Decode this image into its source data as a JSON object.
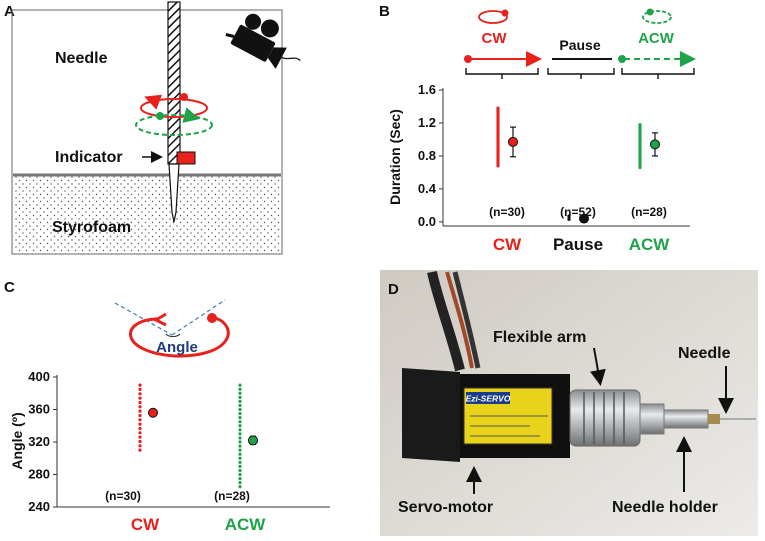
{
  "panels": {
    "A": {
      "label": "A",
      "needle_label": "Needle",
      "indicator_label": "Indicator",
      "styrofoam_label": "Styrofoam",
      "colors": {
        "cw": "#e8211c",
        "acw": "#1ea34a",
        "indicator": "#e8211c"
      },
      "camera_icon": "movie-camera-icon"
    },
    "B": {
      "label": "B",
      "legend": {
        "cw": "CW",
        "pause": "Pause",
        "acw": "ACW"
      },
      "n_labels": [
        "(n=30)",
        "(n=52)",
        "(n=28)"
      ]
    },
    "C": {
      "label": "C",
      "angle_word": "Angle",
      "n_labels": [
        "(n=30)",
        "(n=28)"
      ]
    },
    "D": {
      "label": "D",
      "labels": {
        "flexible_arm": "Flexible arm",
        "needle": "Needle",
        "servo_motor": "Servo-motor",
        "needle_holder": "Needle holder"
      },
      "motor_brand": "Ezi-SERVO"
    }
  },
  "chart_data": [
    {
      "type": "scatter",
      "panel": "B",
      "ylabel": "Duration (Sec)",
      "ylim": [
        -0.05,
        1.6
      ],
      "yticks": [
        "0.0",
        "0.4",
        "0.8",
        "1.2",
        "1.6"
      ],
      "categories": [
        "CW",
        "Pause",
        "ACW"
      ],
      "category_colors": [
        "#e8211c",
        "#111111",
        "#1ea34a"
      ],
      "series": [
        {
          "name": "CW",
          "min": 0.68,
          "max": 1.38,
          "mean": 0.97,
          "error": 0.18
        },
        {
          "name": "Pause",
          "min": 0.03,
          "max": 0.07,
          "mean": 0.04,
          "error": 0.01
        },
        {
          "name": "ACW",
          "min": 0.66,
          "max": 1.18,
          "mean": 0.94,
          "error": 0.14
        }
      ]
    },
    {
      "type": "scatter",
      "panel": "C",
      "ylabel": "Angle (º)",
      "ylim": [
        240,
        400
      ],
      "yticks": [
        "240",
        "280",
        "320",
        "360",
        "400"
      ],
      "categories": [
        "CW",
        "ACW"
      ],
      "category_colors": [
        "#e8211c",
        "#1ea34a"
      ],
      "series": [
        {
          "name": "CW",
          "min": 310,
          "max": 390,
          "mean": 356,
          "error": 4
        },
        {
          "name": "ACW",
          "min": 265,
          "max": 390,
          "mean": 322,
          "error": 5
        }
      ]
    }
  ]
}
